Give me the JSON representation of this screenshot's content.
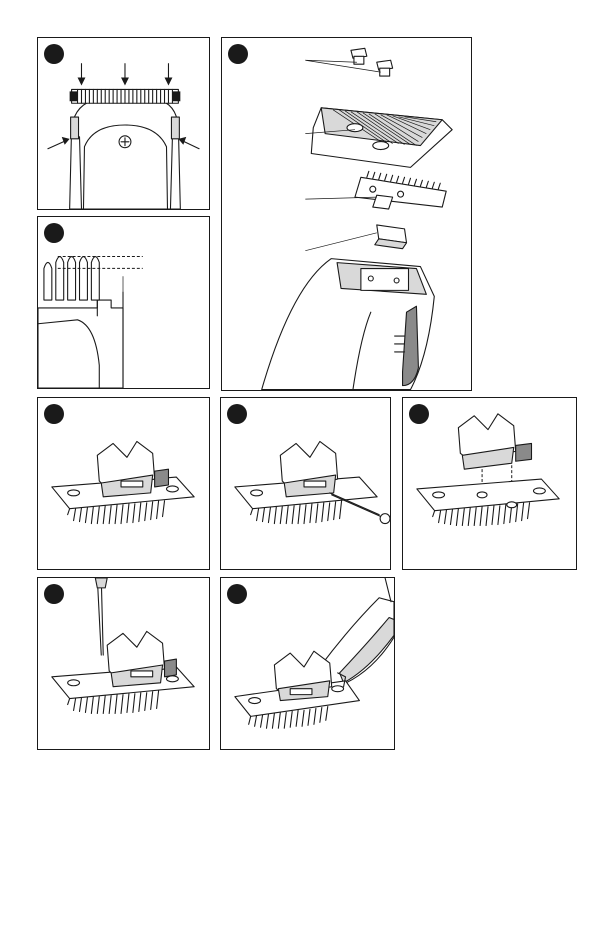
{
  "page": {
    "description_panels": [
      "panel-1",
      "panel-2",
      "panel-3",
      "panel-4",
      "panel-5",
      "panel-6",
      "panel-7",
      "panel-8"
    ]
  },
  "colors": {
    "line": "#1a1a1a",
    "badge": "#1a1a1a",
    "shade": "#d9d9d9",
    "dark_shade": "#8a8a8a",
    "background": "#ffffff"
  }
}
